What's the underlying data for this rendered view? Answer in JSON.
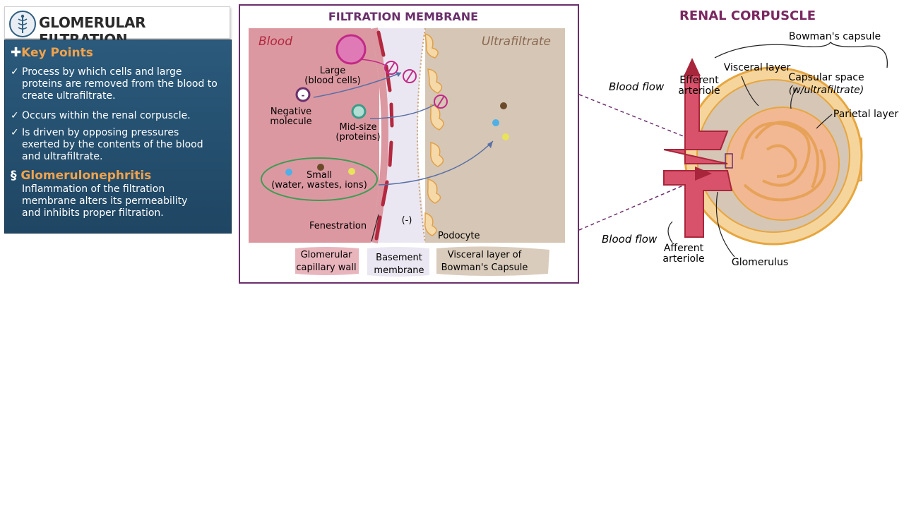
{
  "panel": {
    "title": "GLOMERULAR FILTRATION",
    "key_points_heading": "Key Points",
    "key_points": [
      "Process by which cells and large proteins are removed from the blood to create ultrafiltrate.",
      "Occurs within the renal corpuscle.",
      "Is driven by opposing pressures exerted by the contents of the blood and ultrafiltrate."
    ],
    "condition_heading": "Glomerulonephritis",
    "condition_text": "Inflammation of the filtration membrane alters its permeability and inhibits proper filtration."
  },
  "membrane": {
    "title": "FILTRATION MEMBRANE",
    "blood_label": "Blood",
    "ultrafiltrate_label": "Ultrafiltrate",
    "large_label": [
      "Large",
      "(blood cells)"
    ],
    "negative_label": [
      "Negative",
      "molecule"
    ],
    "negative_sign": "-",
    "midsize_label": [
      "Mid-size",
      "(proteins)"
    ],
    "small_label": [
      "Small",
      "(water, wastes, ions)"
    ],
    "fenestration_label": "Fenestration",
    "charge_label": "(-)",
    "podocyte_label": "Podocyte",
    "legend": [
      [
        "Glomerular",
        "capillary wall"
      ],
      [
        "Basement",
        "membrane"
      ],
      [
        "Visceral layer of",
        "Bowman's Capsule"
      ]
    ]
  },
  "corpuscle": {
    "title": "RENAL CORPUSCLE",
    "bowmans_capsule": "Bowman's capsule",
    "visceral_layer": "Visceral layer",
    "capsular_space": [
      "Capsular space",
      "(w/ultrafiltrate)"
    ],
    "parietal_layer": "Parietal layer",
    "blood_flow_out": "Blood flow",
    "efferent": [
      "Efferent",
      "arteriole"
    ],
    "blood_flow_in": "Blood flow",
    "afferent": [
      "Afferent",
      "arteriole"
    ],
    "glomerulus": "Glomerulus"
  },
  "colors": {
    "panel_blue": "#24506f",
    "accent_orange": "#f0a24c",
    "frame_purple": "#6a2f6b",
    "blood_pink": "#df9aa3",
    "ultrafiltrate_tan": "#d6c6b5",
    "capillary_red": "#b3283f"
  }
}
